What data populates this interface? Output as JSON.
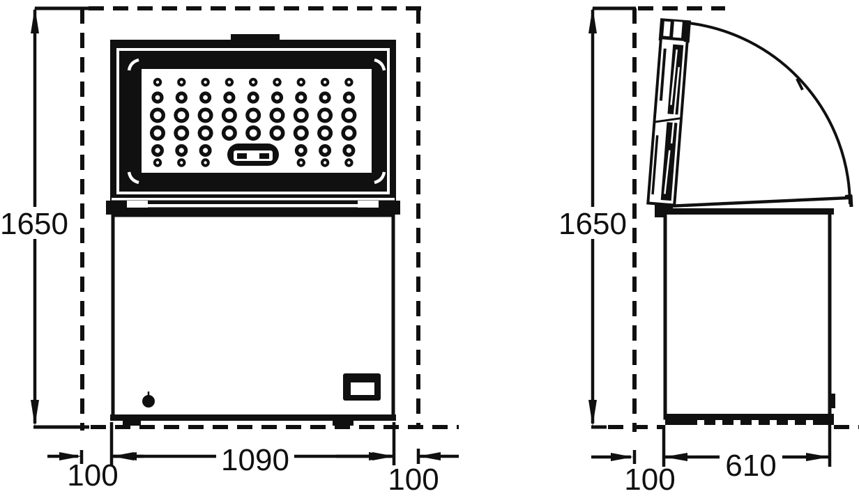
{
  "drawing": {
    "front_view": {
      "height": "1650",
      "width": "1090",
      "left_clearance": "100",
      "right_clearance": "100"
    },
    "side_view": {
      "height": "1650",
      "depth": "610",
      "rear_clearance": "100"
    },
    "ink_color": "#101010",
    "background_color": "#ffffff"
  }
}
